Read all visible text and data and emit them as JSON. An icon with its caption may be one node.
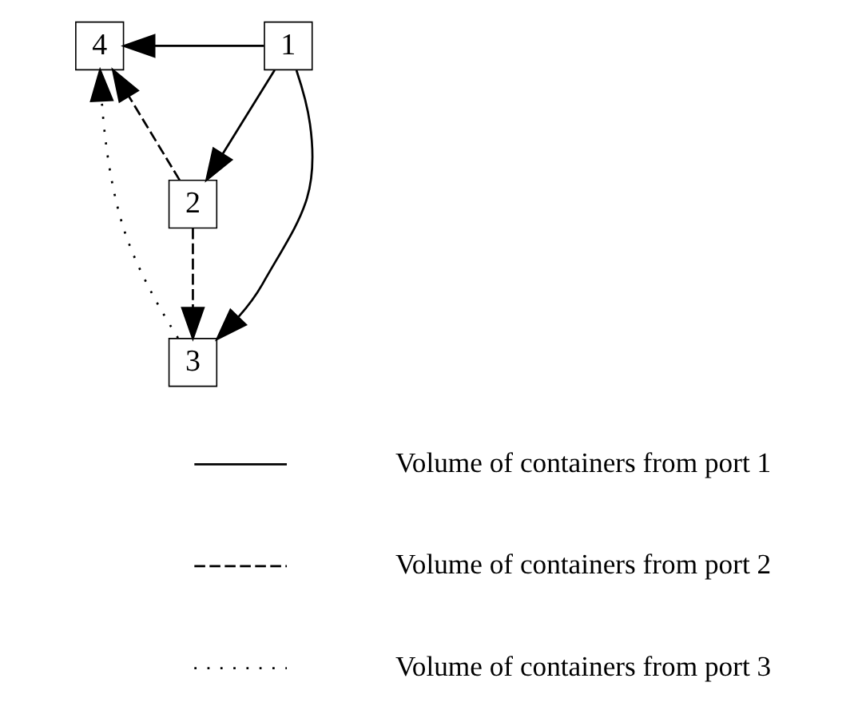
{
  "diagram": {
    "nodes": [
      {
        "text": [
          "1"
        ]
      },
      {
        "text": [
          "2"
        ]
      },
      {
        "text": [
          "3"
        ]
      },
      {
        "text": [
          "4"
        ]
      }
    ],
    "edges": [
      {
        "from": 0,
        "to": 3,
        "arrow": "to"
      },
      {
        "from": 0,
        "to": 1,
        "arrow": "to"
      },
      {
        "from": 0,
        "to": 2,
        "arrow": "to"
      },
      {
        "from": 1,
        "to": 3,
        "arrow": "to",
        "style": "dashed"
      },
      {
        "from": 1,
        "to": 2,
        "arrow": "to",
        "style": "dashed"
      },
      {
        "from": 2,
        "to": 3,
        "arrow": "to",
        "style": "dashed"
      }
    ],
    "legend": [
      {
        "text": "Volume of containers from port 1"
      },
      {
        "text": "Volume of containers from port 2"
      },
      {
        "text": "Volume of containers from port 3"
      }
    ]
  }
}
